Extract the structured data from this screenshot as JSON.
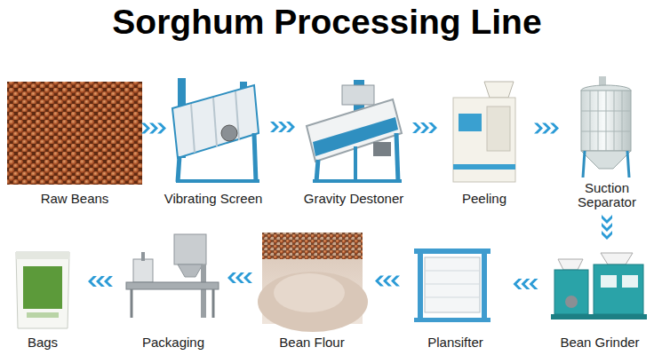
{
  "diagram": {
    "title": "Sorghum Processing Line",
    "nodes": [
      {
        "text": [
          "Raw Beans"
        ]
      },
      {
        "text": [
          "Vibrating Screen"
        ]
      },
      {
        "text": [
          "Gravity Destoner"
        ]
      },
      {
        "text": [
          "Peeling"
        ]
      },
      {
        "text": [
          "Suction Separator"
        ]
      },
      {
        "text": [
          "Bean Grinder"
        ]
      },
      {
        "text": [
          "Plansifter"
        ]
      },
      {
        "text": [
          "Bean Flour"
        ]
      },
      {
        "text": [
          "Packaging"
        ]
      },
      {
        "text": [
          "Bags"
        ]
      }
    ],
    "edges": [
      {
        "from": 0,
        "to": 1,
        "arrow": "to"
      },
      {
        "from": 1,
        "to": 2,
        "arrow": "to"
      },
      {
        "from": 2,
        "to": 3,
        "arrow": "to"
      },
      {
        "from": 3,
        "to": 4,
        "arrow": "to"
      },
      {
        "from": 4,
        "to": 5,
        "arrow": "to"
      },
      {
        "from": 5,
        "to": 6,
        "arrow": "to"
      },
      {
        "from": 6,
        "to": 7,
        "arrow": "to"
      },
      {
        "from": 7,
        "to": 8,
        "arrow": "to"
      },
      {
        "from": 8,
        "to": 9,
        "arrow": "to"
      }
    ]
  }
}
